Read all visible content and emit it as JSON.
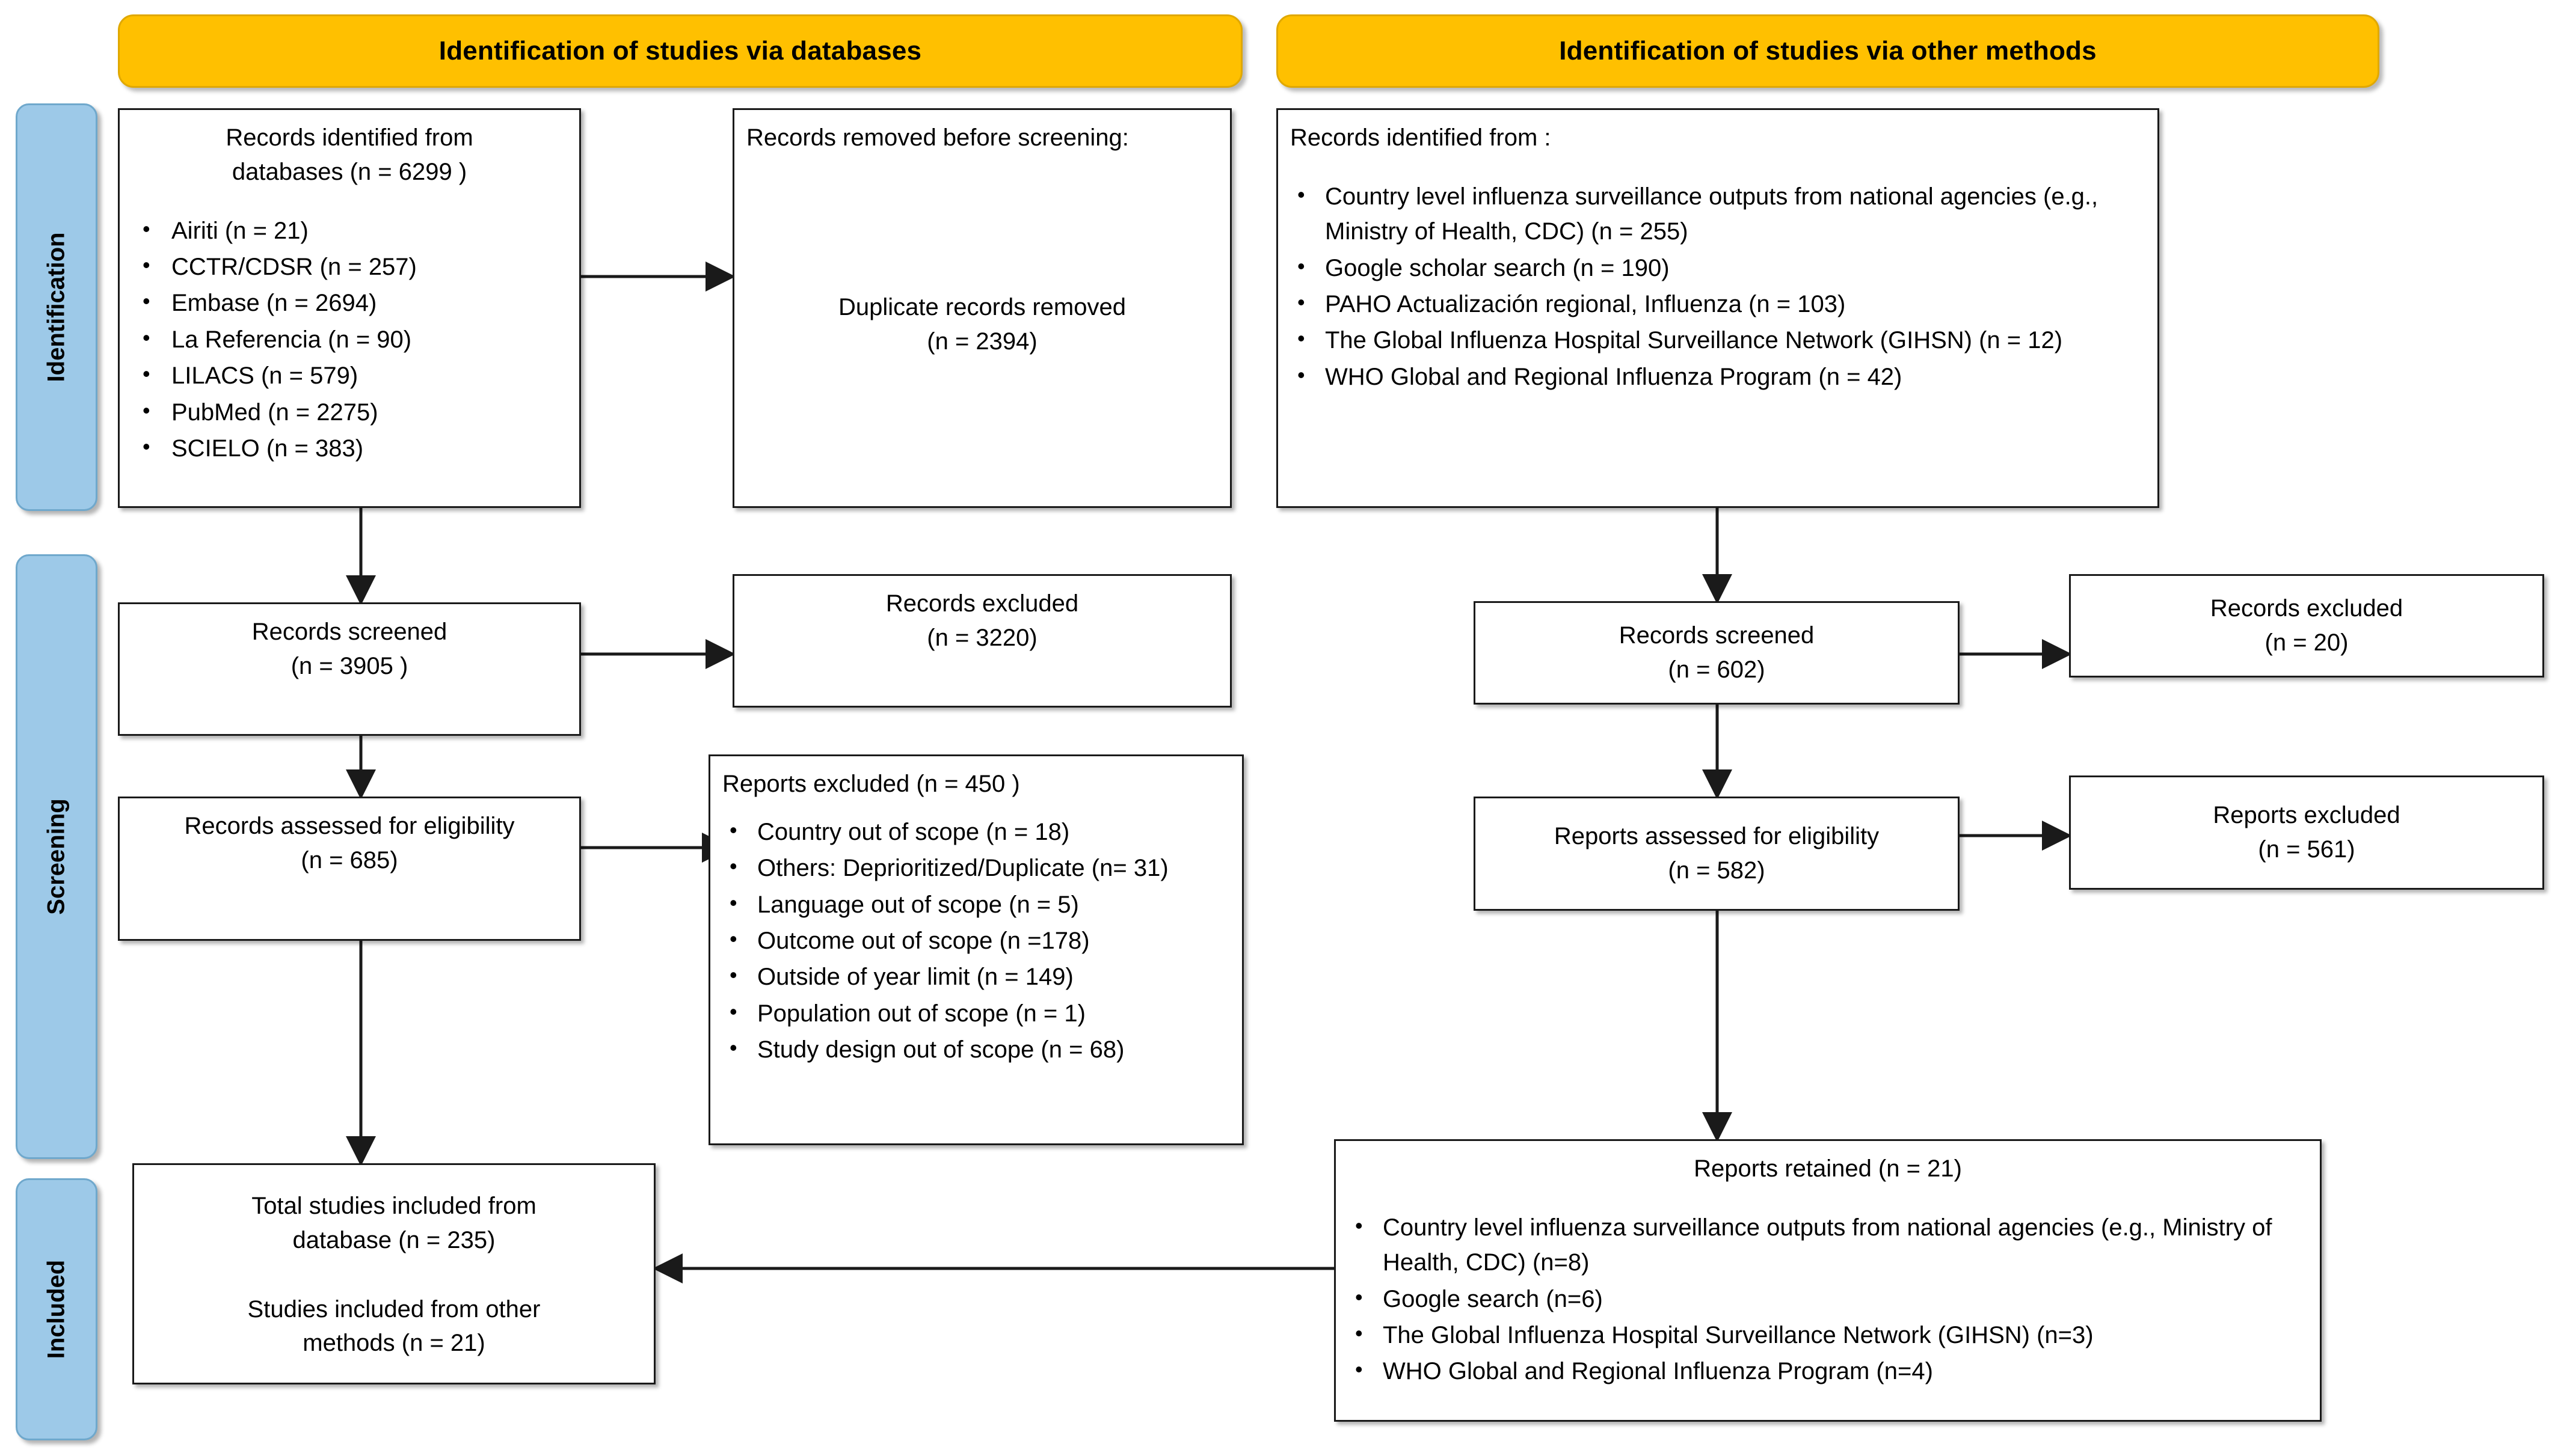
{
  "banners": {
    "left": "Identification of studies via databases",
    "right": "Identification of studies via other methods"
  },
  "stages": [
    {
      "label": "Identification"
    },
    {
      "label": "Screening"
    },
    {
      "label": "Included"
    }
  ],
  "boxes": {
    "db_identified": {
      "title_line1": "Records identified from",
      "title_line2": "databases (n = 6299 )",
      "items": [
        "Airiti (n = 21)",
        "CCTR/CDSR (n = 257)",
        "Embase (n = 2694)",
        "La Referencia (n = 90)",
        "LILACS (n = 579)",
        "PubMed (n = 2275)",
        "SCIELO (n = 383)"
      ]
    },
    "db_removed": {
      "heading": "Records removed before screening:",
      "line1": "Duplicate records removed",
      "line2": "(n = 2394)"
    },
    "other_identified": {
      "heading": "Records identified from :",
      "items": [
        "Country level influenza surveillance outputs from national agencies (e.g., Ministry of Health, CDC) (n = 255)",
        "Google scholar search (n = 190)",
        "PAHO Actualización regional, Influenza (n = 103)",
        "The Global Influenza Hospital Surveillance Network (GIHSN) (n = 12)",
        "WHO Global and Regional Influenza Program (n = 42)"
      ]
    },
    "db_screened": {
      "line1": "Records screened",
      "line2": "(n = 3905 )"
    },
    "db_rec_excluded": {
      "line1": "Records excluded",
      "line2": "(n = 3220)"
    },
    "db_eligibility": {
      "line1": "Records assessed for eligibility",
      "line2": "(n = 685)"
    },
    "db_reports_excluded": {
      "heading": "Reports excluded (n = 450 )",
      "items": [
        "Country out of scope (n = 18)",
        "Others: Deprioritized/Duplicate (n= 31)",
        "Language out of scope (n = 5)",
        "Outcome out of scope (n =178)",
        "Outside of year limit (n = 149)",
        "Population out of scope (n = 1)",
        "Study design out of scope (n = 68)"
      ]
    },
    "other_screened": {
      "line1": "Records screened",
      "line2": "(n = 602)"
    },
    "other_rec_excluded": {
      "line1": "Records excluded",
      "line2": "(n = 20)"
    },
    "other_eligibility": {
      "line1": "Reports assessed for eligibility",
      "line2": "(n = 582)"
    },
    "other_reports_excluded": {
      "line1": "Reports excluded",
      "line2": "(n = 561)"
    },
    "included_total": {
      "line1": "Total studies included from",
      "line2": "database (n = 235)",
      "line3": "Studies included from other",
      "line4": "methods (n = 21)"
    },
    "reports_retained": {
      "heading": "Reports retained (n = 21)",
      "items": [
        "Country level influenza surveillance outputs from national agencies (e.g., Ministry of Health, CDC) (n=8)",
        "Google search (n=6)",
        "The Global Influenza Hospital Surveillance Network (GIHSN) (n=3)",
        "WHO Global and Regional Influenza Program (n=4)"
      ]
    }
  },
  "colors": {
    "banner_fill": "#FFC000",
    "stage_fill": "#9DC9E8",
    "box_border": "#1a1a1a",
    "arrow": "#1a1a1a"
  }
}
